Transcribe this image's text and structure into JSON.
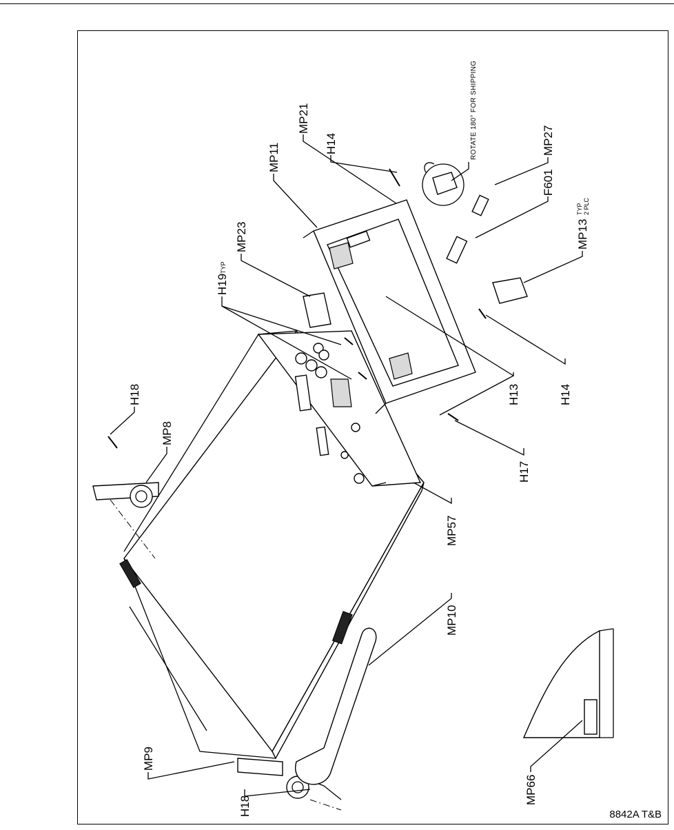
{
  "figure": {
    "caption": "8842A T&B",
    "note": "ROTATE 180° FOR SHIPPING"
  },
  "labels": {
    "mp21": "MP21",
    "h14_top": "H14",
    "mp27": "MP27",
    "mp11": "MP11",
    "f601": "F601",
    "mp23": "MP23",
    "mp13": "MP13",
    "mp13_suffix_1": "TYP",
    "mp13_suffix_2": "2 PLC",
    "h19": "H19",
    "h19_suffix": "TYP",
    "h14_bottom": "H14",
    "h13": "H13",
    "h18_top": "H18",
    "mp8": "MP8",
    "h17": "H17",
    "mp57": "MP57",
    "mp10": "MP10",
    "mp9": "MP9",
    "h18_bottom": "H18",
    "mp66": "MP66"
  },
  "colors": {
    "line": "#000000",
    "background": "#ffffff",
    "shade": "#d9d9d9"
  }
}
